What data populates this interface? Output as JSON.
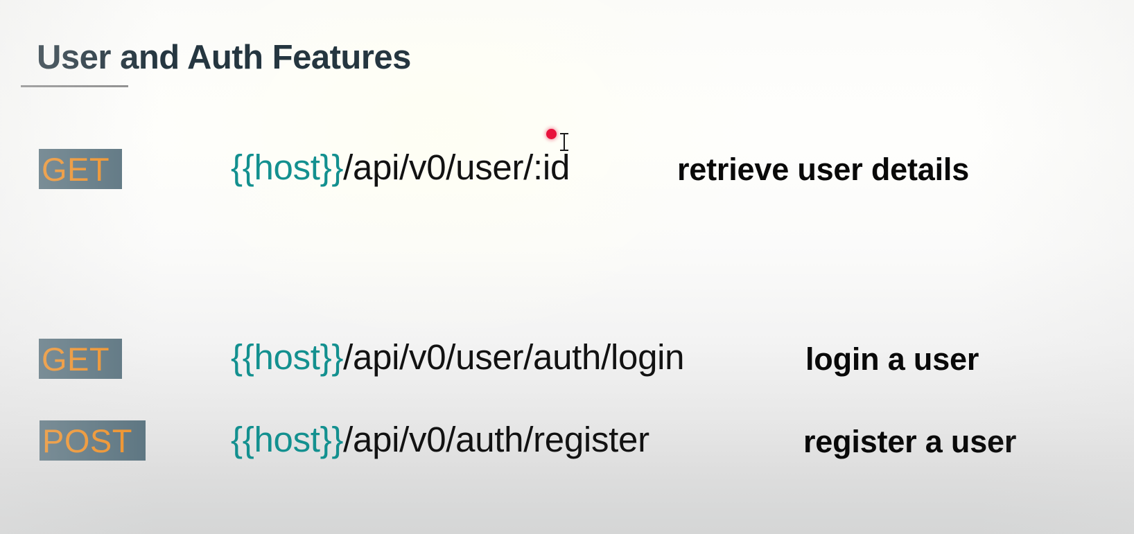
{
  "page": {
    "title": "User and Auth Features",
    "title_color": "#253640",
    "rule_color": "#8d8d8d",
    "background_top_color": "#fdfdfb",
    "background_bottom_color": "#d5d6d6"
  },
  "theme": {
    "method_badge_bg": "#5b7480",
    "method_badge_text": "#f0922a",
    "host_variable_color": "#13908f",
    "path_color": "#121212",
    "description_color": "#090909",
    "click_marker_color": "#e8123c"
  },
  "endpoints": [
    {
      "method": "GET",
      "host_variable": "{{host}}",
      "path": "/api/v0/user/:id",
      "description": "retrieve user details"
    },
    {
      "method": "GET",
      "host_variable": "{{host}}",
      "path": "/api/v0/user/auth/login",
      "description": "login a user"
    },
    {
      "method": "POST",
      "host_variable": "{{host}}",
      "path": "/api/v0/auth/register",
      "description": "register a user"
    }
  ],
  "cursor": {
    "click_marker_label": "red-dot-click-marker",
    "text_cursor_label": "i-beam-text-cursor"
  }
}
